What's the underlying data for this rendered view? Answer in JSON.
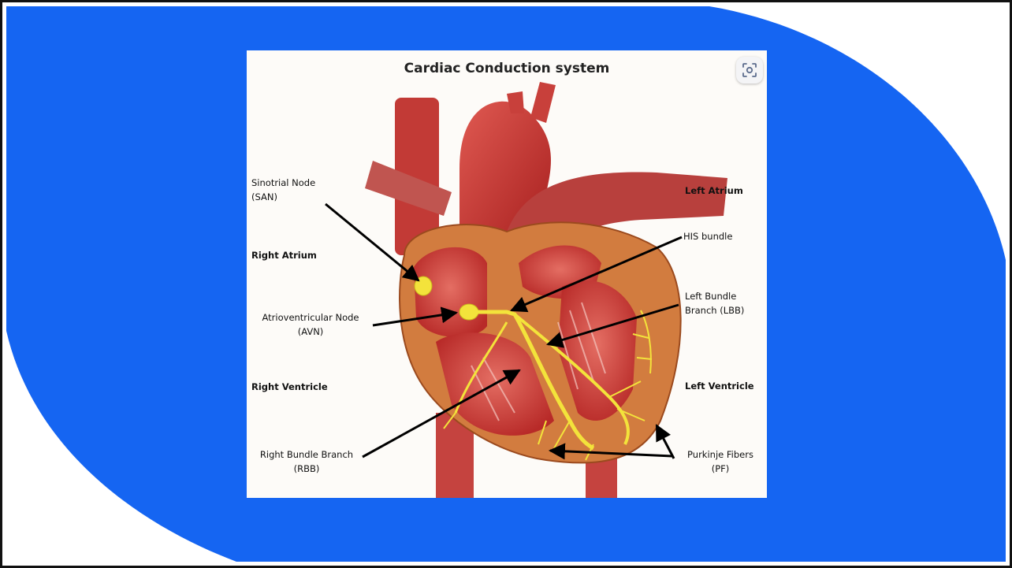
{
  "colors": {
    "background": "#ffffff",
    "accent_blue": "#1565f2",
    "frame_border": "#111111",
    "conduction_yellow": "#f3e33b",
    "heart_red": "#c3312f"
  },
  "diagram": {
    "title": "Cardiac Conduction system",
    "labels": {
      "san_line1": "Sinotrial Node",
      "san_line2": "(SAN)",
      "right_atrium": "Right Atrium",
      "avn_line1": "Atrioventricular Node",
      "avn_line2": "(AVN)",
      "right_ventricle": "Right Ventricle",
      "rbb_line1": "Right Bundle Branch",
      "rbb_line2": "(RBB)",
      "left_atrium": "Left Atrium",
      "his_bundle": "HIS bundle",
      "lbb_line1": "Left Bundle",
      "lbb_line2": "Branch (LBB)",
      "left_ventricle": "Left Ventricle",
      "pf_line1": "Purkinje Fibers",
      "pf_line2": "(PF)"
    },
    "icons": {
      "lens": "image-search-icon"
    }
  }
}
